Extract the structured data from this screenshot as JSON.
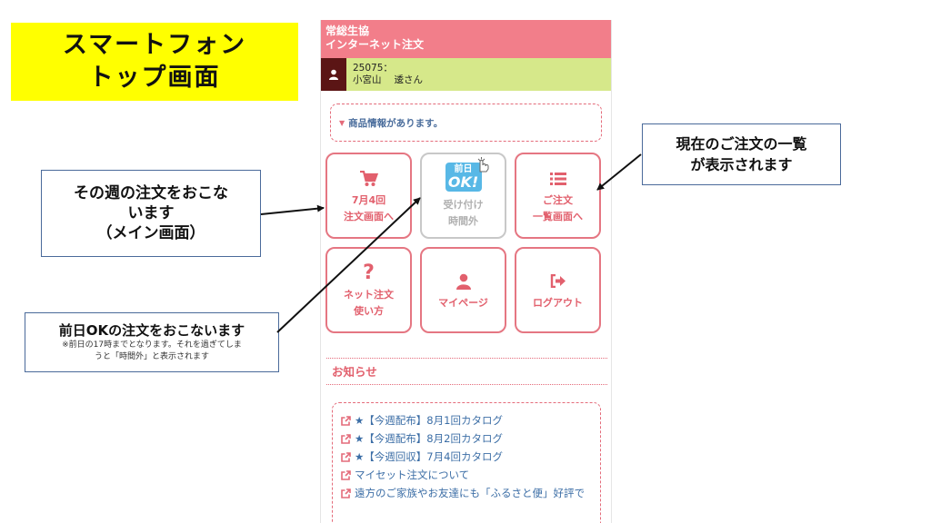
{
  "title_callout": {
    "line1": "スマートフォン",
    "line2": "トップ画面"
  },
  "callouts": {
    "left": {
      "line1": "その週の注文をおこな",
      "line2": "います",
      "line3": "（メイン画面）"
    },
    "right": {
      "line1": "現在のご注文の一覧",
      "line2": "が表示されます"
    },
    "bottom": {
      "main": "前日OKの注文をおこないます",
      "note1": "※前日の17時までとなります。それを過ぎてしま",
      "note2": "うと「時間外」と表示されます"
    }
  },
  "phone": {
    "header": {
      "line1": "常総生協",
      "line2": "インターネット注文"
    },
    "user": {
      "id": "25075：",
      "surname": "小宮山",
      "given": "逶さん"
    },
    "notice": "商品情報があります。",
    "tiles": [
      {
        "line1": "7月4回",
        "line2": "注文画面へ",
        "icon": "cart-icon"
      },
      {
        "badge_top": "前日",
        "badge_big": "OK!",
        "line1": "受け付け",
        "line2": "時間外",
        "icon": "pointing-hand-icon"
      },
      {
        "line1": "ご注文",
        "line2": "一覧画面へ",
        "icon": "list-icon"
      },
      {
        "line1": "ネット注文",
        "line2": "使い方",
        "icon": "question-icon"
      },
      {
        "line1": "マイページ",
        "icon": "user-icon"
      },
      {
        "line1": "ログアウト",
        "icon": "logout-icon"
      }
    ],
    "news_title": "お知らせ",
    "news": [
      "★【今週配布】8月1回カタログ",
      "★【今週配布】8月2回カタログ",
      "★【今週回収】7月4回カタログ",
      "マイセット注文について",
      "遠方のご家族やお友達にも「ふるさと便」好評で"
    ]
  },
  "colors": {
    "header": "#f27e8a",
    "user_bar": "#d6e88a",
    "accent": "#e2606d",
    "link": "#3c6ea6",
    "title_bg": "#ffff00"
  }
}
